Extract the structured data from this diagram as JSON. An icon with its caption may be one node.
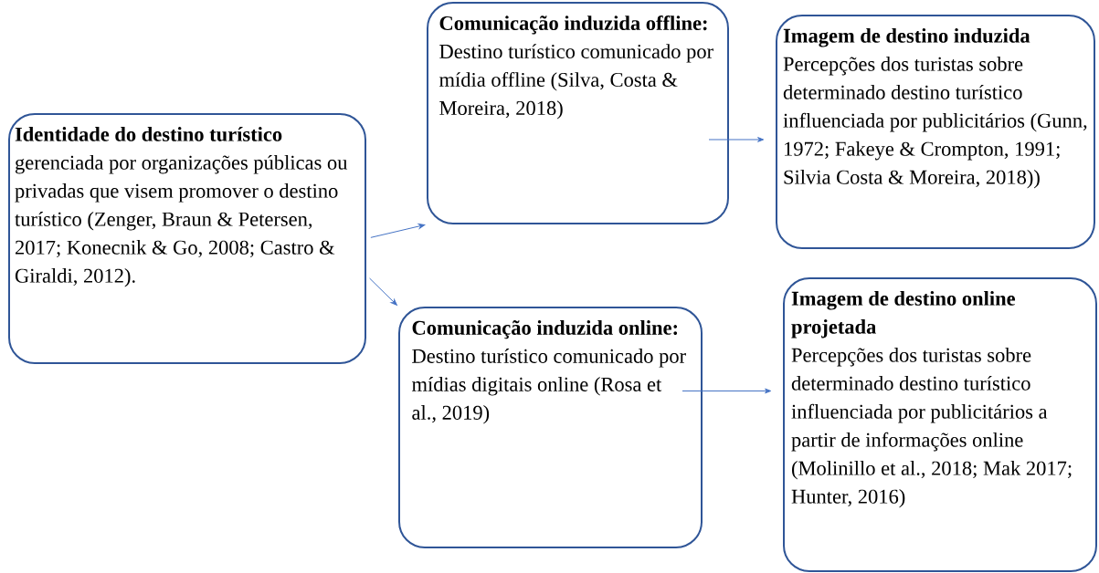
{
  "diagram": {
    "nodes": [
      {
        "text": [
          "Identidade do destino turístico",
          "gerenciada por organizações públicas ou privadas que visem promover o destino turístico (Zenger, Braun & Petersen, 2017; Konecnik & Go, 2008; Castro & Giraldi, 2012)."
        ]
      },
      {
        "text": [
          "Comunicação induzida offline:",
          "Destino turístico comunicado por mídia offline (Silva, Costa & Moreira, 2018)"
        ]
      },
      {
        "text": [
          "Imagem de destino induzida",
          "Percepções dos turistas sobre determinado destino turístico influenciada por publicitários (Gunn, 1972; Fakeye & Crompton, 1991; Silvia Costa & Moreira, 2018))"
        ]
      },
      {
        "text": [
          "Comunicação induzida online:",
          "Destino turístico comunicado por mídias digitais online (Rosa et al., 2019)"
        ]
      },
      {
        "text": [
          "Imagem de destino online projetada",
          "Percepções dos turistas sobre determinado destino turístico influenciada por publicitários a partir de informações online (Molinillo et al., 2018; Mak 2017; Hunter, 2016)"
        ]
      }
    ],
    "edges": [
      {
        "from": 0,
        "to": 1,
        "arrow": "to"
      },
      {
        "from": 0,
        "to": 3,
        "arrow": "to"
      },
      {
        "from": 1,
        "to": 2,
        "arrow": "to"
      },
      {
        "from": 3,
        "to": 4,
        "arrow": "to"
      }
    ]
  }
}
